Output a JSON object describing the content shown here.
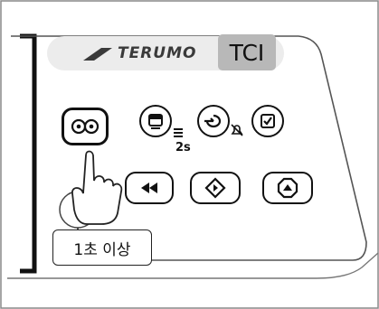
{
  "brand": {
    "name": "TERUMO",
    "mode_badge": "TCI"
  },
  "hold_button": {
    "icon": "eyes-icon"
  },
  "buttons": [
    {
      "icon": "display-hold-icon",
      "sub_label": "2s"
    },
    {
      "icon": "return-alarm-off-icon"
    },
    {
      "icon": "checkbox-icon"
    },
    {
      "icon": "rewind-icon"
    },
    {
      "icon": "start-diamond-icon"
    },
    {
      "icon": "stop-octagon-icon"
    }
  ],
  "callout": {
    "text": "1초 이상"
  }
}
